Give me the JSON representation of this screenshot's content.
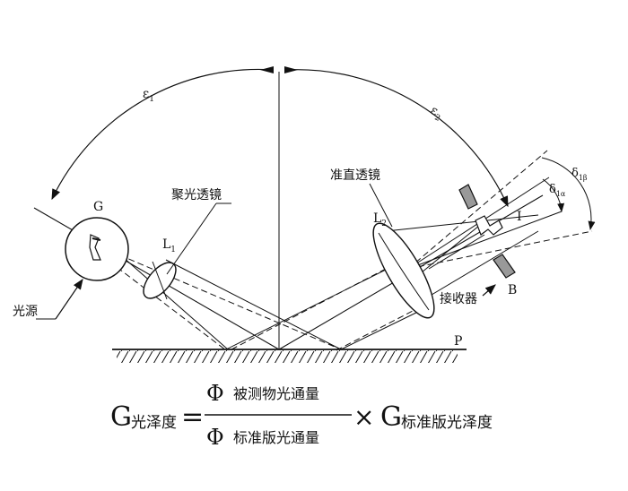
{
  "labels": {
    "epsilon1": "ε",
    "epsilon1_sub": "1",
    "epsilon2": "ε",
    "epsilon2_sub": "2",
    "G": "G",
    "L1": "L",
    "L1_sub": "1",
    "L2": "L",
    "L2_sub": "2",
    "condenser_lens": "聚光透镜",
    "collimator_lens": "准直透镜",
    "light_source": "光源",
    "receiver": "接收器",
    "B": "B",
    "P": "P",
    "I": "I",
    "delta1beta": "δ",
    "delta1beta_sub": "1β",
    "delta1alpha": "δ",
    "delta1alpha_sub": "1α"
  },
  "formula": {
    "lhs_G": "G",
    "lhs_sub": "光泽度",
    "equals": "=",
    "num_phi": "Φ",
    "num_text": "被测物光通量",
    "den_phi": "Φ",
    "den_text": "标准版光通量",
    "times": "×",
    "rhs_G": "G",
    "rhs_sub": "标准版光泽度"
  },
  "colors": {
    "ink": "#111111",
    "background": "#ffffff"
  }
}
